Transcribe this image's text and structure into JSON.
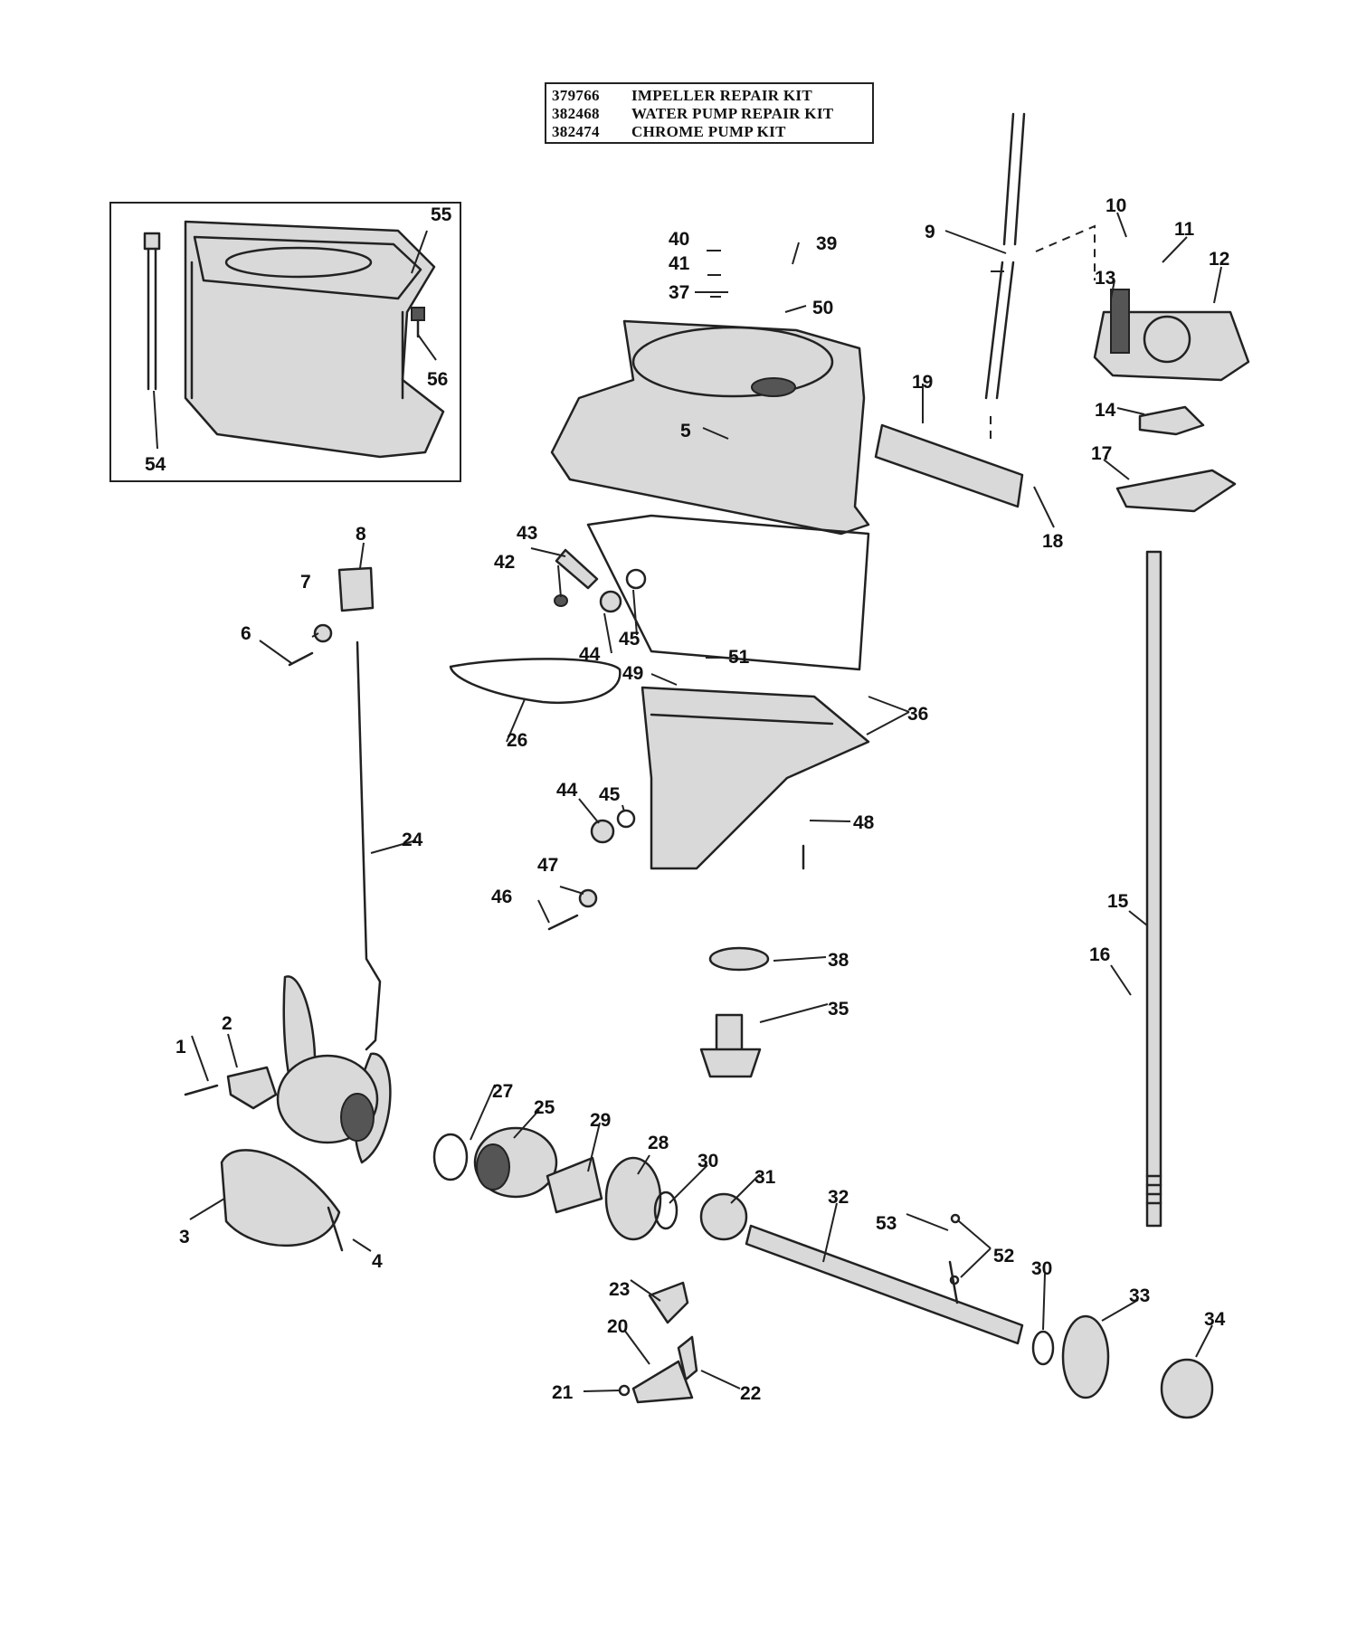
{
  "kit_table": [
    {
      "number": "379766",
      "name": "IMPELLER REPAIR KIT"
    },
    {
      "number": "382468",
      "name": "WATER PUMP REPAIR KIT"
    },
    {
      "number": "382474",
      "name": "CHROME PUMP KIT"
    }
  ],
  "labels": {
    "p1": "1",
    "p2": "2",
    "p3": "3",
    "p4": "4",
    "p5": "5",
    "p6": "6",
    "p7": "7",
    "p8": "8",
    "p9": "9",
    "p10": "10",
    "p11": "11",
    "p12": "12",
    "p13": "13",
    "p14": "14",
    "p15": "15",
    "p16": "16",
    "p17": "17",
    "p18": "18",
    "p19": "19",
    "p20": "20",
    "p21": "21",
    "p22": "22",
    "p23": "23",
    "p24": "24",
    "p25": "25",
    "p26": "26",
    "p27": "27",
    "p28": "28",
    "p29": "29",
    "p30a": "30",
    "p30b": "30",
    "p31": "31",
    "p32": "32",
    "p33": "33",
    "p34": "34",
    "p35": "35",
    "p36": "36",
    "p37": "37",
    "p38": "38",
    "p39": "39",
    "p40": "40",
    "p41": "41",
    "p42": "42",
    "p43": "43",
    "p44a": "44",
    "p44b": "44",
    "p45a": "45",
    "p45b": "45",
    "p46": "46",
    "p47": "47",
    "p48": "48",
    "p49": "49",
    "p50": "50",
    "p51": "51",
    "p52": "52",
    "p53": "53",
    "p54": "54",
    "p55": "55",
    "p56": "56"
  }
}
